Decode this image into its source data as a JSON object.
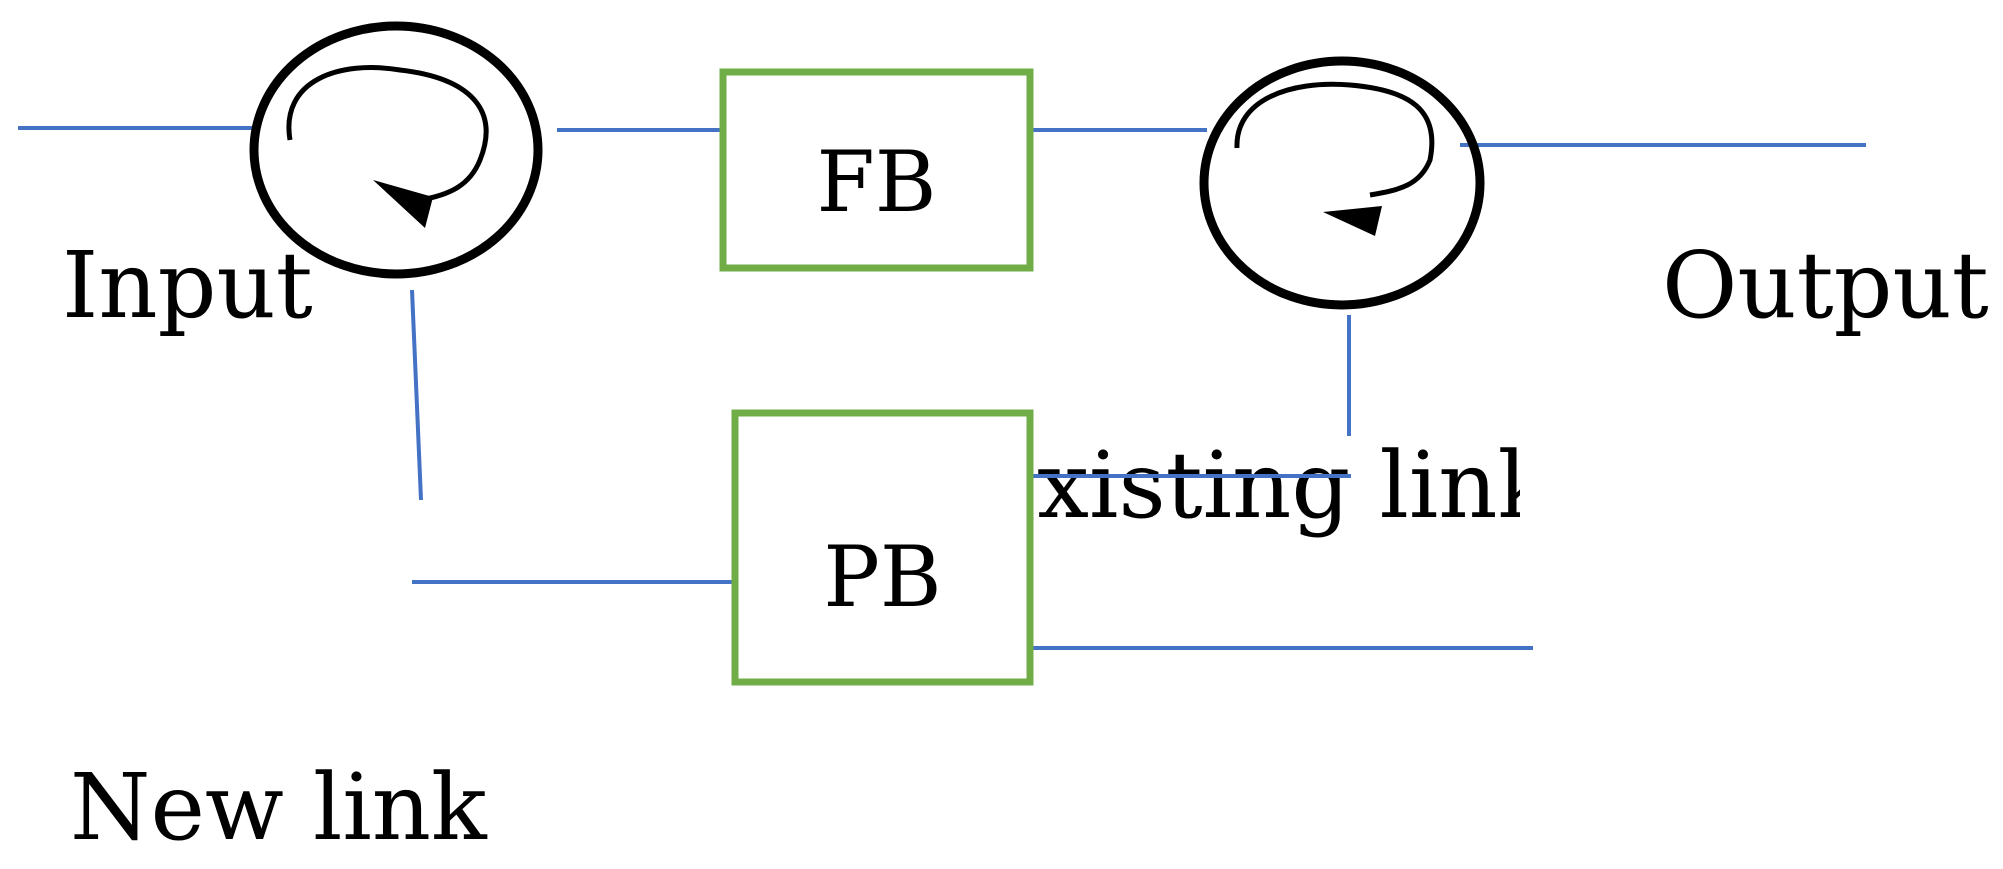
{
  "labels": {
    "input": "Input",
    "output": "Output",
    "existing_link": "Existing link",
    "new_link": "New link"
  },
  "blocks": {
    "fb": "FB",
    "pb": "PB"
  },
  "colors": {
    "line": "#4472c4",
    "block_border": "#70ad47",
    "circulator": "#000000",
    "text": "#000000"
  },
  "icons": {
    "circulator_left": "circulator-icon",
    "circulator_right": "circulator-icon"
  }
}
